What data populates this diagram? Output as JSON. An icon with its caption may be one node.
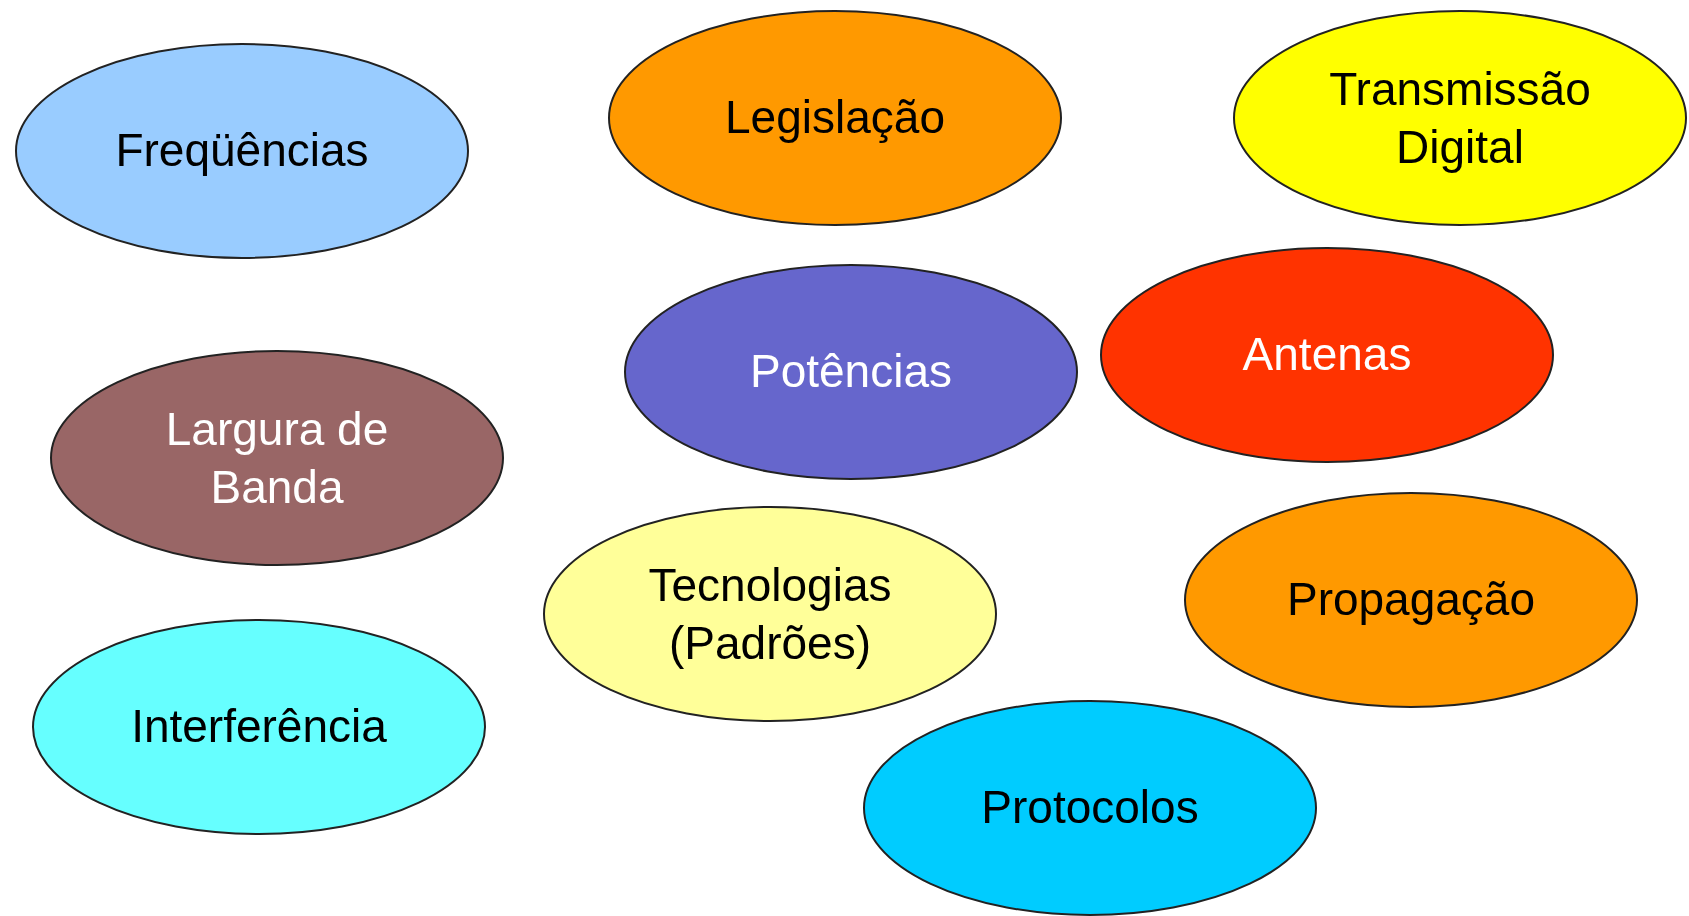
{
  "diagram": {
    "nodes": [
      {
        "text": [
          "Freqüências"
        ]
      },
      {
        "text": [
          "Legislação"
        ]
      },
      {
        "text": [
          "Transmissão Digital"
        ]
      },
      {
        "text": [
          "Potências"
        ]
      },
      {
        "text": [
          "Antenas"
        ]
      },
      {
        "text": [
          "Largura de Banda"
        ]
      },
      {
        "text": [
          "Tecnologias (Padrões)"
        ]
      },
      {
        "text": [
          "Propagação"
        ]
      },
      {
        "text": [
          "Interferência"
        ]
      },
      {
        "text": [
          "Protocolos"
        ]
      }
    ]
  }
}
